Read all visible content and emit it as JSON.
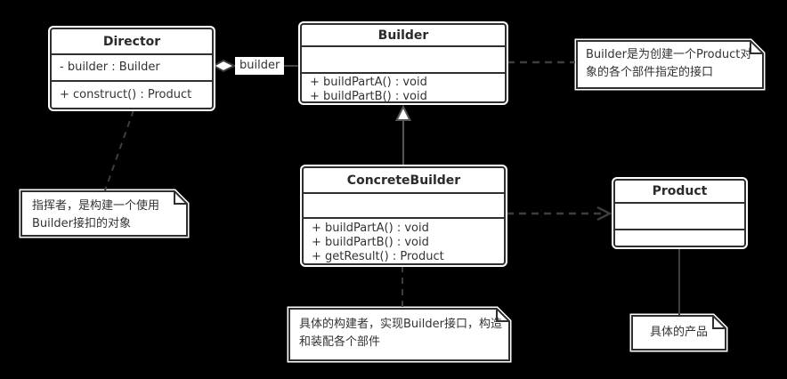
{
  "diagram": {
    "classes": {
      "director": {
        "title": "Director",
        "attributes": [
          "- builder : Builder"
        ],
        "methods": [
          "+ construct()  : Product"
        ]
      },
      "builder": {
        "title": "Builder",
        "attributes": [],
        "methods": [
          "+ buildPartA() : void",
          "+ buildPartB() : void"
        ]
      },
      "concrete_builder": {
        "title": "ConcreteBuilder",
        "attributes": [],
        "methods": [
          "+ buildPartA() : void",
          "+ buildPartB() : void",
          "+ getResult() : Product"
        ]
      },
      "product": {
        "title": "Product",
        "attributes": [],
        "methods": []
      }
    },
    "notes": {
      "director_note": {
        "lines": [
          "指挥者，是构建一个使用",
          "Builder接扣的对象"
        ]
      },
      "builder_note": {
        "lines": [
          "Builder是为创建一个Product对",
          "象的各个部件指定的接口"
        ]
      },
      "concrete_builder_note": {
        "lines": [
          "具体的构建者，实现Builder接口，构造",
          "和装配各个部件"
        ]
      },
      "product_note": {
        "lines": [
          "具体的产品"
        ]
      }
    },
    "relationships": {
      "director_builder_label": "builder"
    },
    "colors": {
      "background": "#000000",
      "shape_fill": "#ffffff",
      "shape_border": "#2f2f2f",
      "text": "#333333",
      "connector": "#3d3d3d"
    }
  }
}
